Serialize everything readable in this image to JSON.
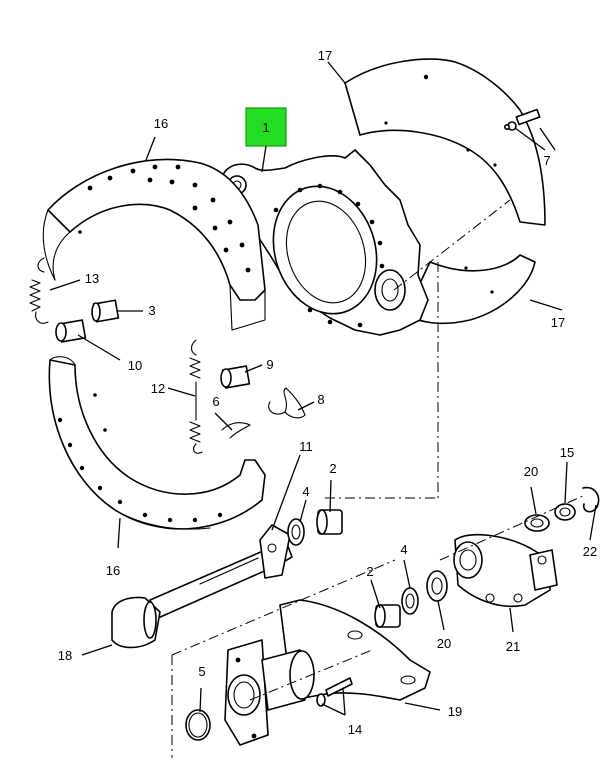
{
  "diagram": {
    "highlight_color": "#22dd22",
    "callouts": {
      "c1": "1",
      "c2a": "2",
      "c2b": "2",
      "c3": "3",
      "c4a": "4",
      "c4b": "4",
      "c5": "5",
      "c6": "6",
      "c7": "7",
      "c8": "8",
      "c9": "9",
      "c10": "10",
      "c11": "11",
      "c12": "12",
      "c13": "13",
      "c14": "14",
      "c15": "15",
      "c16a": "16",
      "c16b": "16",
      "c17a": "17",
      "c17b": "17",
      "c18": "18",
      "c19": "19",
      "c20a": "20",
      "c20b": "20",
      "c21": "21",
      "c22": "22"
    }
  }
}
